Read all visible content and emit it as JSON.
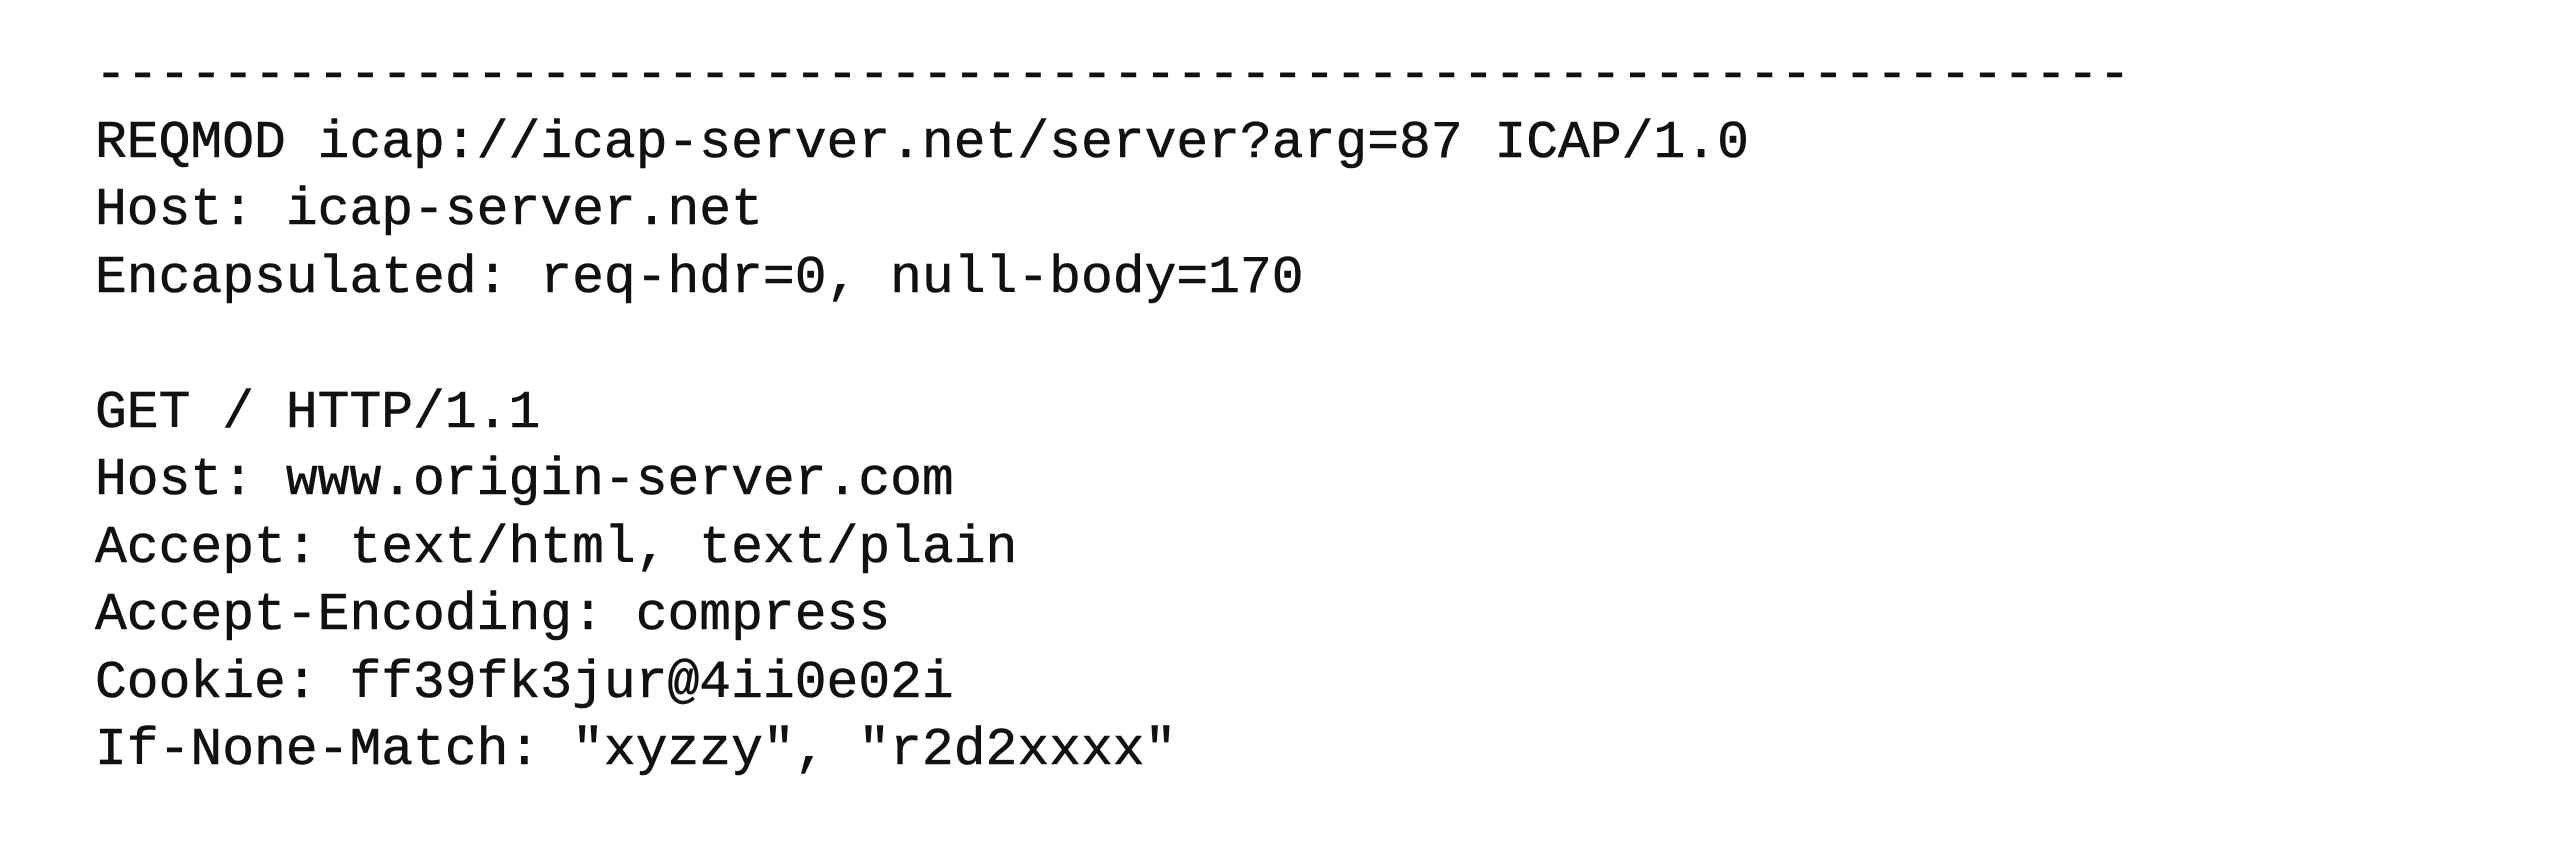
{
  "separator": "----------------------------------------------------------------",
  "icap_request": {
    "request_line": "REQMOD icap://icap-server.net/server?arg=87 ICAP/1.0",
    "host": "Host: icap-server.net",
    "encapsulated": "Encapsulated: req-hdr=0, null-body=170"
  },
  "http_request": {
    "request_line": "GET / HTTP/1.1",
    "host": "Host: www.origin-server.com",
    "accept": "Accept: text/html, text/plain",
    "accept_encoding": "Accept-Encoding: compress",
    "cookie": "Cookie: ff39fk3jur@4ii0e02i",
    "if_none_match": "If-None-Match: \"xyzzy\", \"r2d2xxxx\""
  }
}
